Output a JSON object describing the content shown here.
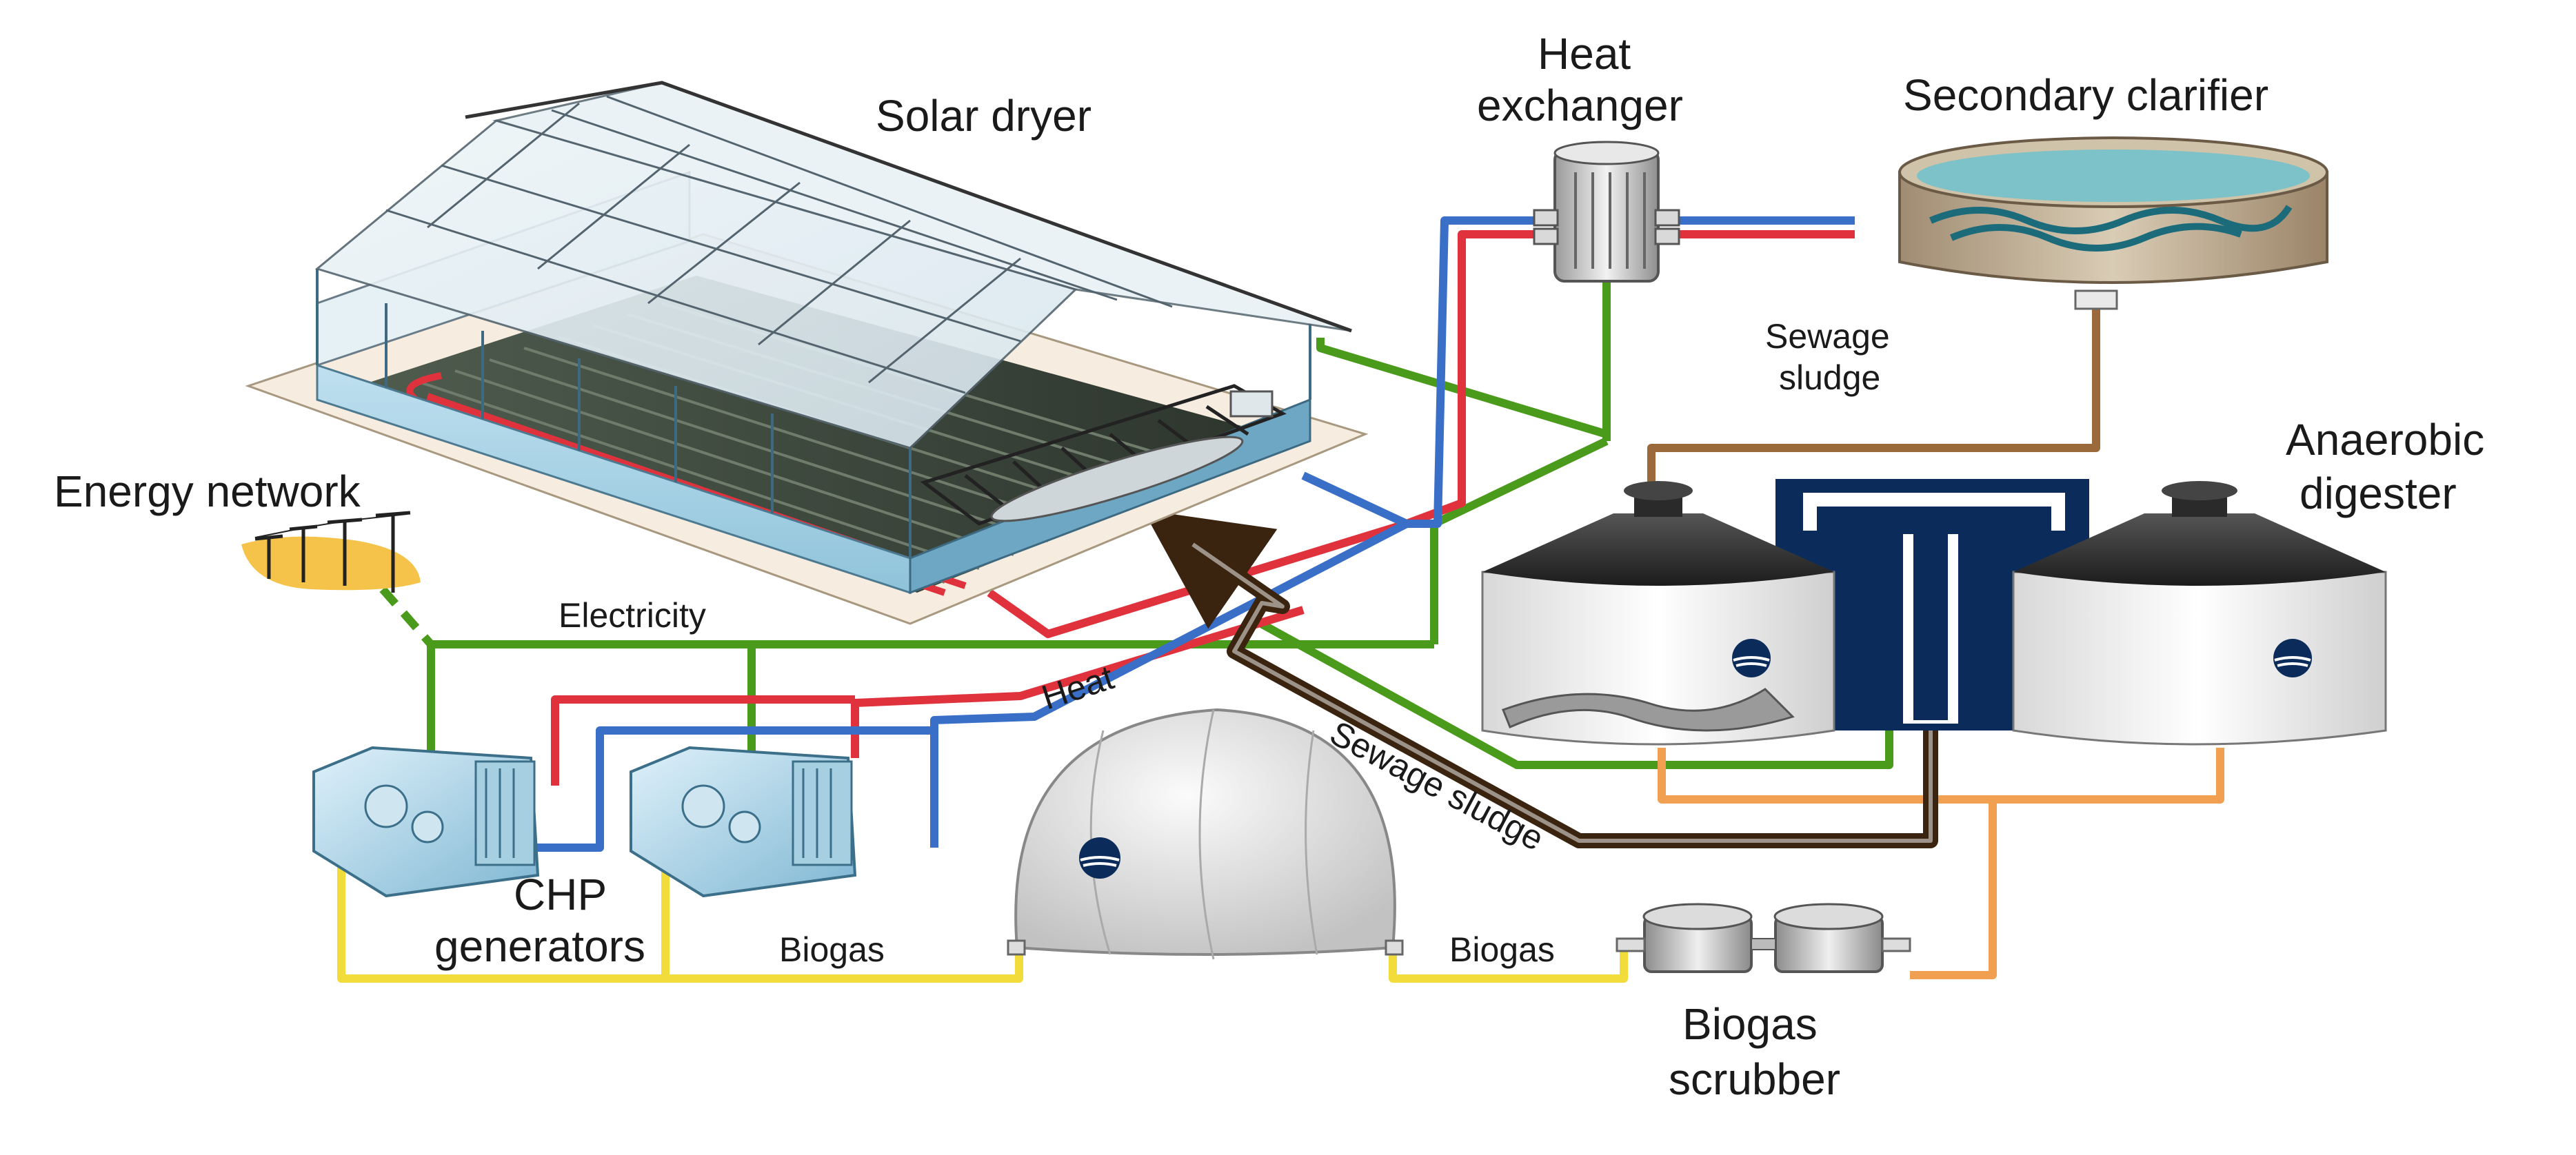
{
  "labels": {
    "solar_dryer": "Solar dryer",
    "heat_exchanger_1": "Heat",
    "heat_exchanger_2": "exchanger",
    "secondary_clarifier": "Secondary clarifier",
    "sewage_sludge_top_1": "Sewage",
    "sewage_sludge_top_2": "sludge",
    "anaerobic_1": "Anaerobic",
    "anaerobic_2": "digester",
    "energy_network": "Energy network",
    "electricity": "Electricity",
    "heat": "Heat",
    "sewage_sludge_diag": "Sewage sludge",
    "chp_1": "CHP",
    "chp_2": "generators",
    "biogas_left": "Biogas",
    "biogas_right": "Biogas",
    "scrubber_1": "Biogas",
    "scrubber_2": "scrubber"
  },
  "colors": {
    "electricity": "#4a9a1c",
    "heat_hot": "#e0323c",
    "heat_cold": "#3a6fc8",
    "sewage_sludge": "#3a2410",
    "sludge_link": "#9a6a3a",
    "biogas": "#f2dc3c",
    "digestate": "#f0a050",
    "digester_dark": "#0b2c5a"
  }
}
